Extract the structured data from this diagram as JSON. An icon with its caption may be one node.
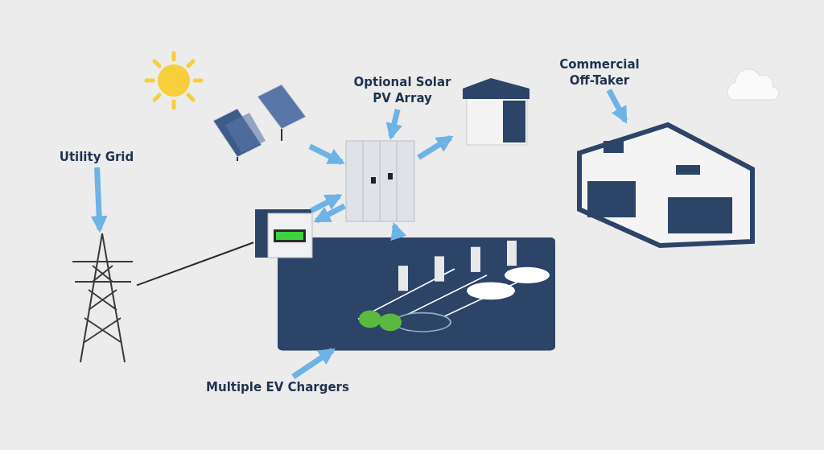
{
  "diagram": {
    "nodes": [
      {
        "text": [
          "Utility Grid"
        ]
      },
      {
        "text": [],
        "shape": "picture"
      },
      {
        "text": [
          "Optional Solar PV Array"
        ]
      },
      {
        "text": [],
        "shape": "picture"
      },
      {
        "text": [
          "Commercial Off-Taker"
        ]
      },
      {
        "text": [],
        "shape": "picture"
      },
      {
        "text": [
          "Multiple EV Chargers"
        ]
      },
      {
        "text": [],
        "shape": "picture"
      },
      {
        "text": [],
        "shape": "picture"
      },
      {
        "text": [],
        "shape": "picture"
      },
      {
        "text": [],
        "shape": "picture"
      }
    ],
    "edges": [
      {
        "from": 0,
        "to": 1,
        "arrow": "to"
      },
      {
        "from": 2,
        "to": 3,
        "arrow": "to"
      },
      {
        "from": 4,
        "to": 5,
        "arrow": "to"
      },
      {
        "from": 6,
        "to": 7,
        "arrow": "to"
      },
      {
        "from": 8,
        "to": 3,
        "arrow": "to"
      },
      {
        "from": 9,
        "to": 3,
        "arrow": "to"
      },
      {
        "from": 3,
        "to": 9,
        "arrow": "to"
      },
      {
        "from": 3,
        "to": 10,
        "arrow": "to"
      },
      {
        "from": 7,
        "to": 3,
        "arrow": "to"
      },
      {
        "from": 1,
        "to": 9,
        "arrow": "none",
        "color": "#2b2b2b"
      }
    ]
  }
}
